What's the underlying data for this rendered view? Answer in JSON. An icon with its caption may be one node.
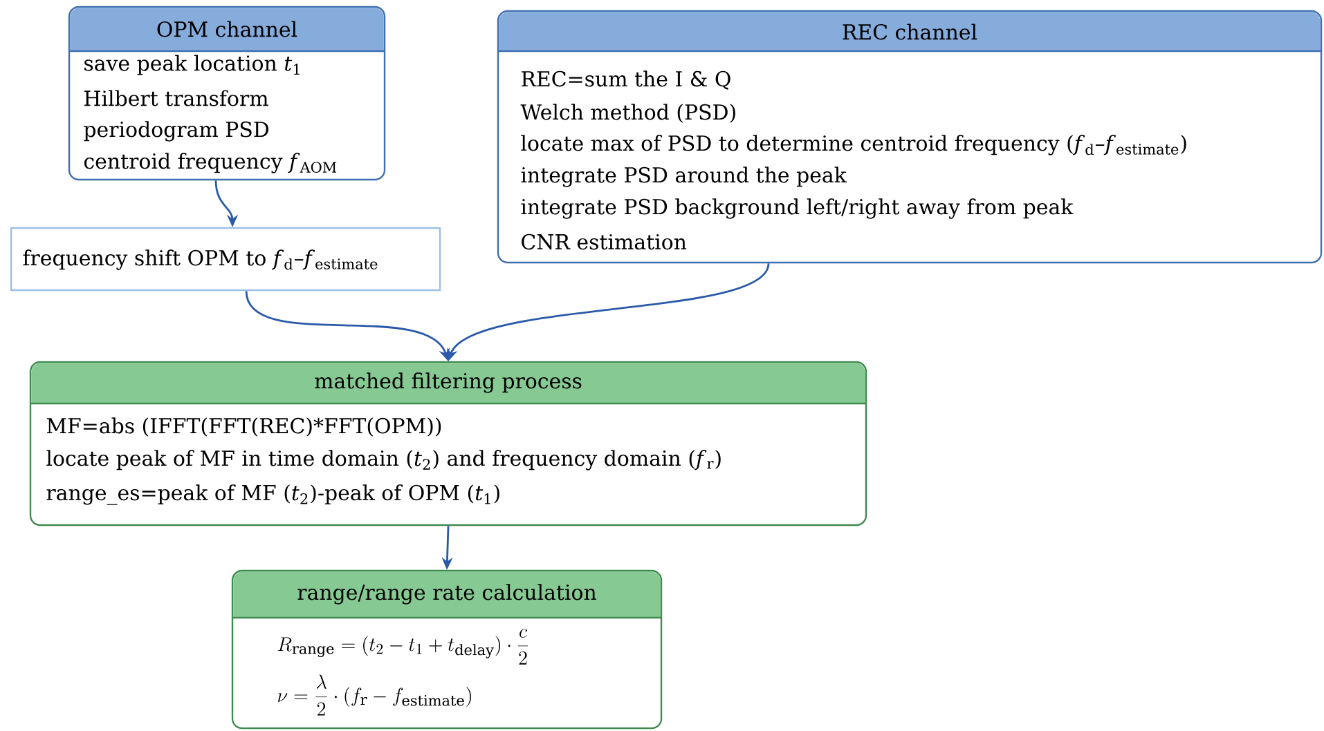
{
  "diagram": {
    "nodes": [
      {
        "text": [
          "OPM channel",
          "save peak location *t*$_{1}$",
          "Hilbert transform",
          "periodogram PSD",
          "centroid frequency *f*$_{AOM}$"
        ]
      },
      {
        "text": [
          "frequency shift OPM to *f*$_{d}$–*f*$_{estimate}$"
        ]
      },
      {
        "text": [
          "REC channel",
          "REC=sum the I & Q",
          "Welch method (PSD)",
          "locate max of PSD to determine centroid frequency (*f*$_{d}$–*f*$_{estimate}$)",
          "integrate PSD around the peak",
          "integrate PSD background left/right away from peak",
          "CNR estimation"
        ]
      },
      {
        "text": [
          "matched filtering process",
          "MF=abs (IFFT(FFT(REC)*FFT(OPM))",
          "locate peak of MF in time domain (*t*$_{2}$) and frequency domain (*f*$_{r}$)",
          "range_es=peak of MF (*t*$_{2}$)-peak of OPM (*t*$_{1}$)"
        ]
      },
      {
        "text": [
          "range/range rate calculation",
          "R_{\\mathrm{range}}=(t_2-t_1+t_{\\mathrm{delay}})\\cdot\\frac{c}{2}",
          "\\nu=\\frac{\\lambda}{2}\\cdot(f_{\\mathrm{r}}-f_{\\mathrm{estimate}})"
        ]
      }
    ],
    "edges": [
      {
        "from": 0,
        "to": 1,
        "arrow": "to"
      },
      {
        "from": 1,
        "to": 3,
        "arrow": "to"
      },
      {
        "from": 2,
        "to": 3,
        "arrow": "to"
      },
      {
        "from": 3,
        "to": 4,
        "arrow": "to"
      }
    ]
  }
}
